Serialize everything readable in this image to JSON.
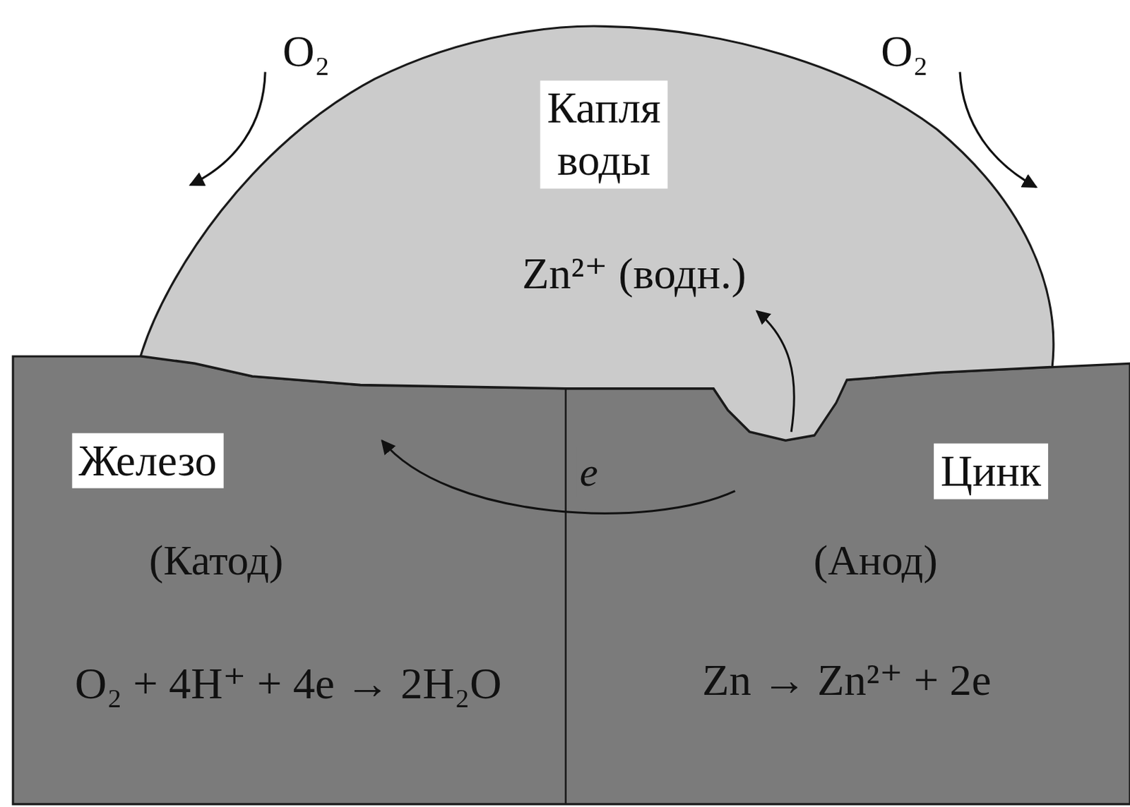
{
  "diagram": {
    "nodes": [
      {
        "text": [
          "Капля воды",
          "Zn²⁺ (водн.)"
        ]
      },
      {
        "text": [
          "Железо",
          "(Катод)",
          "O₂ + 4H⁺ + 4e → 2H₂O"
        ]
      },
      {
        "text": [
          "Цинк",
          "(Анод)",
          "Zn → Zn²⁺ + 2e"
        ]
      }
    ],
    "edges": [
      {
        "from": 2,
        "to": 1,
        "arrow": "to",
        "label": "e"
      },
      {
        "from": 2,
        "to": 0,
        "arrow": "to"
      }
    ],
    "labels": [
      "O₂",
      "O₂"
    ]
  }
}
